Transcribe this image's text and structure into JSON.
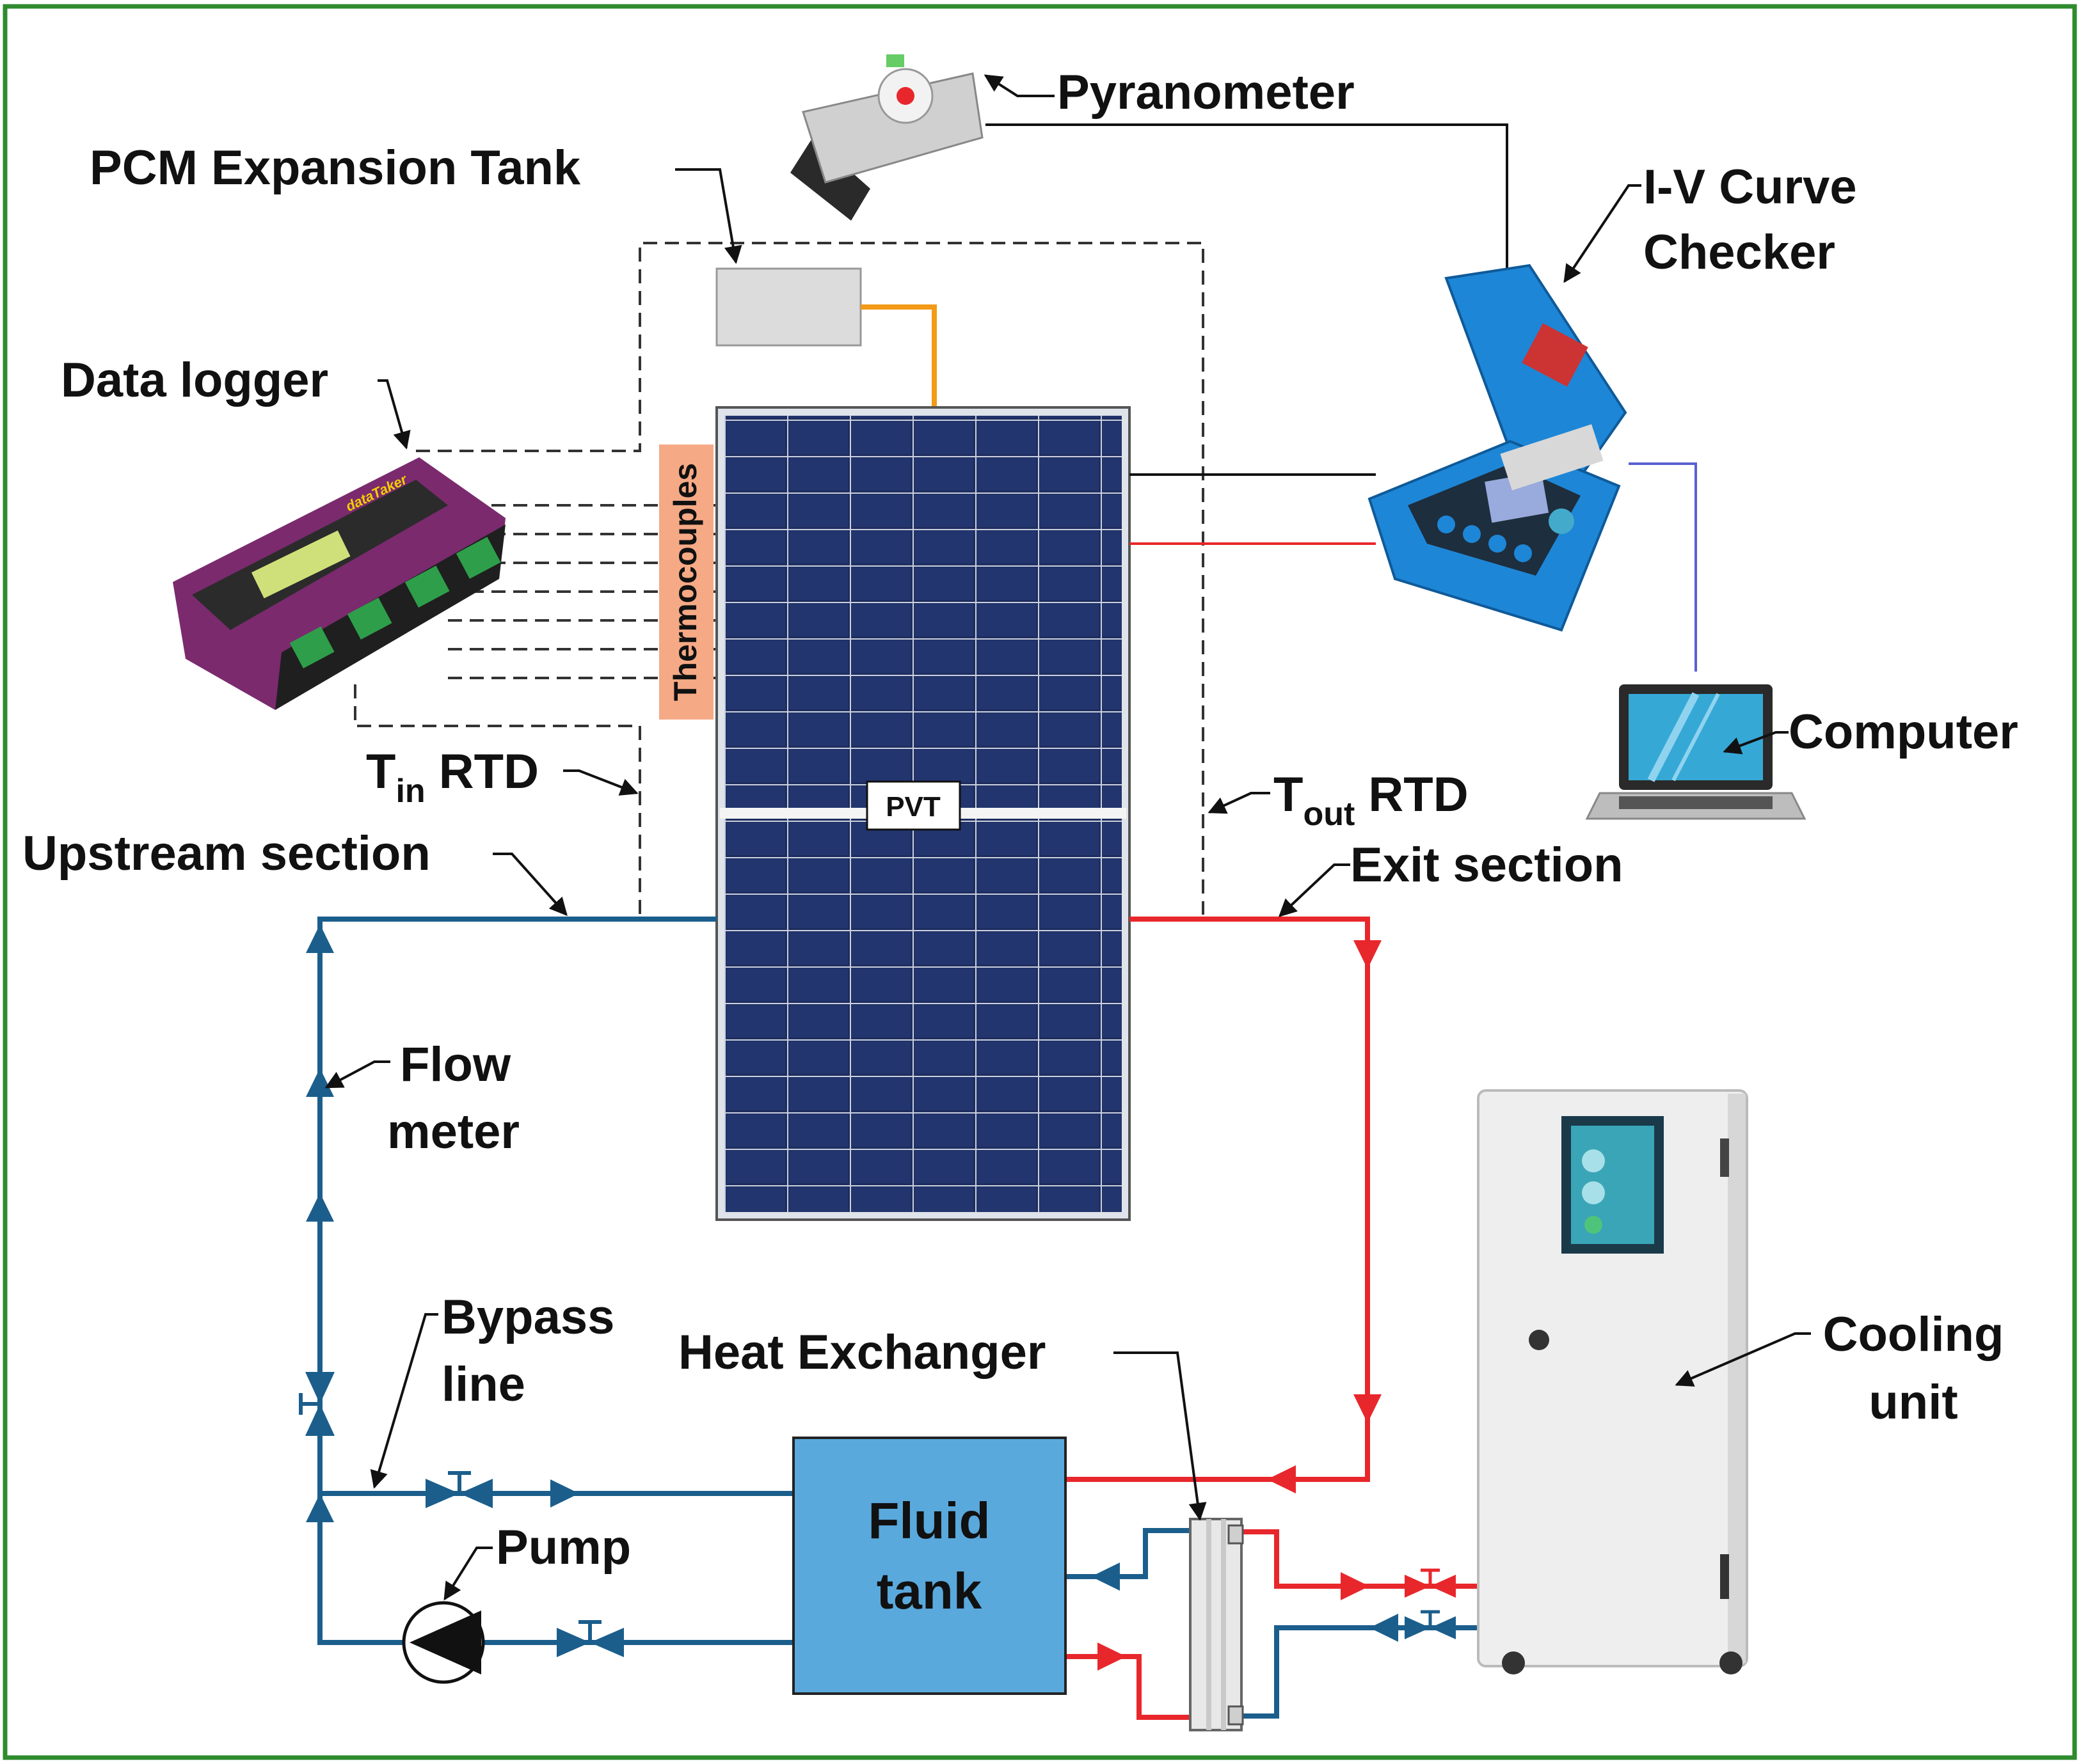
{
  "labels": {
    "pyranometer": "Pyranometer",
    "pcm_expansion_tank": "PCM Expansion Tank",
    "iv_curve_checker_line1": "I-V Curve",
    "iv_curve_checker_line2": "Checker",
    "data_logger": "Data logger",
    "thermocouples": "Thermocouples",
    "computer": "Computer",
    "pvt": "PVT",
    "tin_rtd_main": "T",
    "tin_rtd_sub": "in",
    "tin_rtd_suffix": " RTD",
    "tout_rtd_main": "T",
    "tout_rtd_sub": "out",
    "tout_rtd_suffix": " RTD",
    "upstream_section": "Upstream section",
    "exit_section": "Exit section",
    "flow_meter_line1": "Flow",
    "flow_meter_line2": "meter",
    "bypass_line_line1": "Bypass",
    "bypass_line_line2": "line",
    "heat_exchanger": "Heat Exchanger",
    "fluid_tank_line1": "Fluid",
    "fluid_tank_line2": "tank",
    "pump": "Pump",
    "cooling_unit_line1": "Cooling",
    "cooling_unit_line2": "unit",
    "datataker_brand": "dataTaker"
  },
  "colors": {
    "frame": "#2e8b2e",
    "cold_line": "#1b5e8c",
    "hot_line": "#e8272c",
    "pcm_line": "#f39a17",
    "computer_link": "#5a5fd0",
    "fluid_tank": "#5aa9dd",
    "thermocouple_tag": "#f5a985",
    "pv_cell": "#1e2b5c",
    "logger_body": "#7b2a6e",
    "checker_body": "#1e86d6"
  }
}
